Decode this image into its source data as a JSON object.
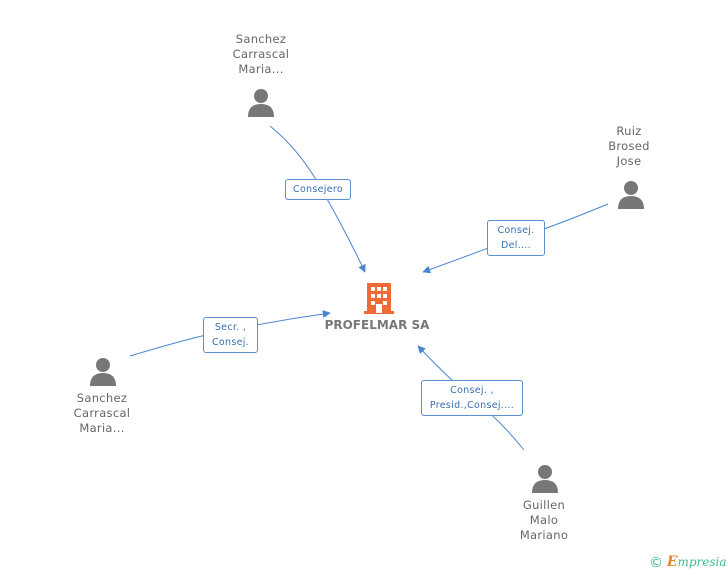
{
  "company": {
    "name": "PROFELMAR SA",
    "icon": "building-icon",
    "color": "#f06a35"
  },
  "people": [
    {
      "id": "top",
      "name_lines": [
        "Sanchez",
        "Carrascal",
        "Maria..."
      ],
      "icon": "person-icon"
    },
    {
      "id": "right",
      "name_lines": [
        "Ruiz",
        "Brosed",
        "Jose"
      ],
      "icon": "person-icon"
    },
    {
      "id": "left",
      "name_lines": [
        "Sanchez",
        "Carrascal",
        "Maria..."
      ],
      "icon": "person-icon"
    },
    {
      "id": "bottom",
      "name_lines": [
        "Guillen",
        "Malo",
        "Mariano"
      ],
      "icon": "person-icon"
    }
  ],
  "relations": [
    {
      "from": "top",
      "lines": [
        "Consejero"
      ]
    },
    {
      "from": "right",
      "lines": [
        "Consej.",
        "Del...."
      ]
    },
    {
      "from": "left",
      "lines": [
        "Secr. ,",
        "Consej."
      ]
    },
    {
      "from": "bottom",
      "lines": [
        "Consej. ,",
        "Presid.,Consej...."
      ]
    }
  ],
  "footer": {
    "copyright_symbol": "©",
    "brand_initial": "E",
    "brand_rest": "mpresia"
  },
  "colors": {
    "edge": "#4a86d0",
    "person": "#777777",
    "label_border": "#5b8fd1"
  }
}
